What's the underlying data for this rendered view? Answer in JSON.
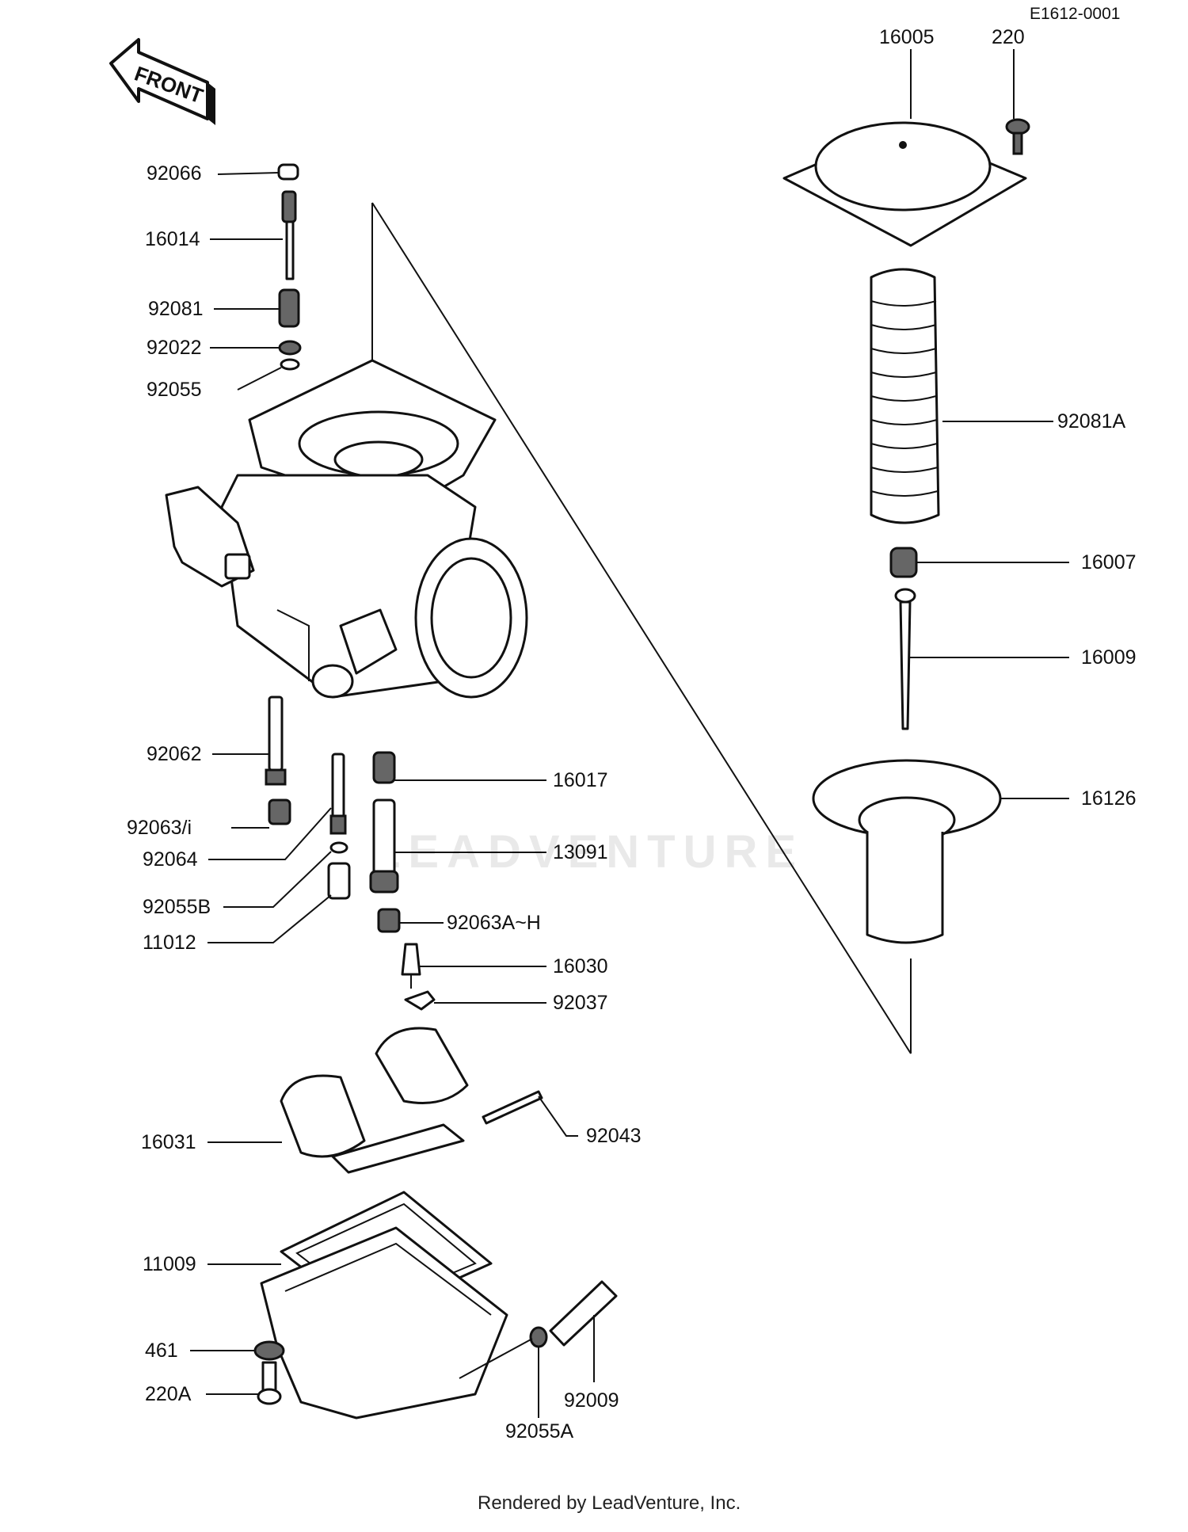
{
  "diagram_id": "E1612-0001",
  "front_label": "FRONT",
  "watermark": "LEADVENTURE",
  "footer": "Rendered by LeadVenture, Inc.",
  "labels": {
    "p16005": "16005",
    "p220": "220",
    "p92066": "92066",
    "p16014": "16014",
    "p92081": "92081",
    "p92022": "92022",
    "p92055": "92055",
    "p92081A": "92081A",
    "p16007": "16007",
    "p16009": "16009",
    "p92062": "92062",
    "p16017": "16017",
    "p16126": "16126",
    "p92063i": "92063/i",
    "p92064": "92064",
    "p13091": "13091",
    "p92055B": "92055B",
    "p11012": "11012",
    "p92063AH": "92063A~H",
    "p16030": "16030",
    "p92037": "92037",
    "p16031": "16031",
    "p92043": "92043",
    "p11009": "11009",
    "p461": "461",
    "p220A": "220A",
    "p92009": "92009",
    "p92055A": "92055A"
  }
}
